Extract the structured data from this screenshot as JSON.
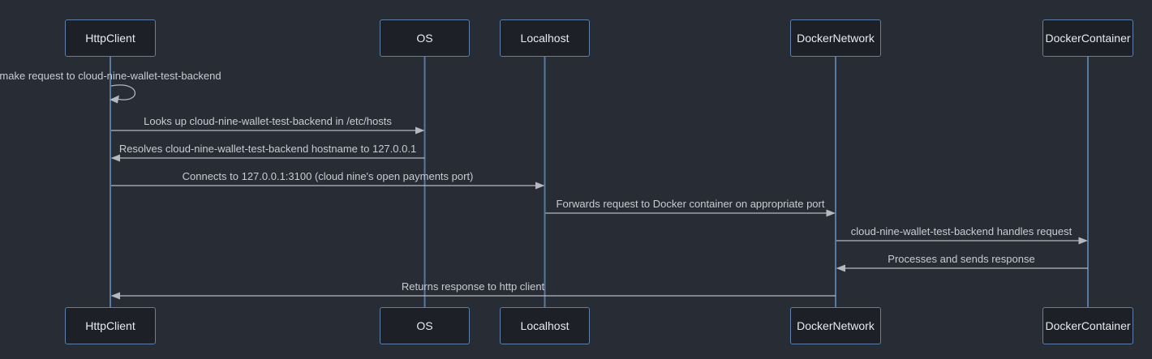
{
  "diagram": {
    "type": "sequence",
    "participants": [
      {
        "id": "httpclient",
        "label": "HttpClient"
      },
      {
        "id": "os",
        "label": "OS"
      },
      {
        "id": "localhost",
        "label": "Localhost"
      },
      {
        "id": "dockernetwork",
        "label": "DockerNetwork"
      },
      {
        "id": "dockercontainer",
        "label": "DockerContainer"
      }
    ],
    "messages": [
      {
        "from": "HttpClient",
        "to": "HttpClient",
        "kind": "self-loop",
        "text": "make request to cloud-nine-wallet-test-backend"
      },
      {
        "from": "HttpClient",
        "to": "OS",
        "kind": "solid-arrow",
        "text": "Looks up cloud-nine-wallet-test-backend in /etc/hosts"
      },
      {
        "from": "OS",
        "to": "HttpClient",
        "kind": "solid-arrow",
        "text": "Resolves cloud-nine-wallet-test-backend hostname to 127.0.0.1"
      },
      {
        "from": "HttpClient",
        "to": "Localhost",
        "kind": "solid-arrow",
        "text": "Connects to 127.0.0.1:3100 (cloud nine's open payments port)"
      },
      {
        "from": "Localhost",
        "to": "DockerNetwork",
        "kind": "solid-arrow",
        "text": "Forwards request to Docker container on appropriate port"
      },
      {
        "from": "DockerNetwork",
        "to": "DockerContainer",
        "kind": "solid-arrow",
        "text": "cloud-nine-wallet-test-backend handles request"
      },
      {
        "from": "DockerContainer",
        "to": "DockerNetwork",
        "kind": "solid-arrow",
        "text": "Processes and sends response"
      },
      {
        "from": "DockerNetwork",
        "to": "HttpClient",
        "kind": "solid-arrow",
        "text": "Returns response to http client"
      }
    ]
  },
  "colors": {
    "bg": "#272c35",
    "box-fill": "#1d2127",
    "box-border": "#5d81a8",
    "lifeline": "#567aa0",
    "arrow": "#b5b9bf",
    "msg-text": "#c9ccd1",
    "participant-text": "#e8eaed"
  }
}
